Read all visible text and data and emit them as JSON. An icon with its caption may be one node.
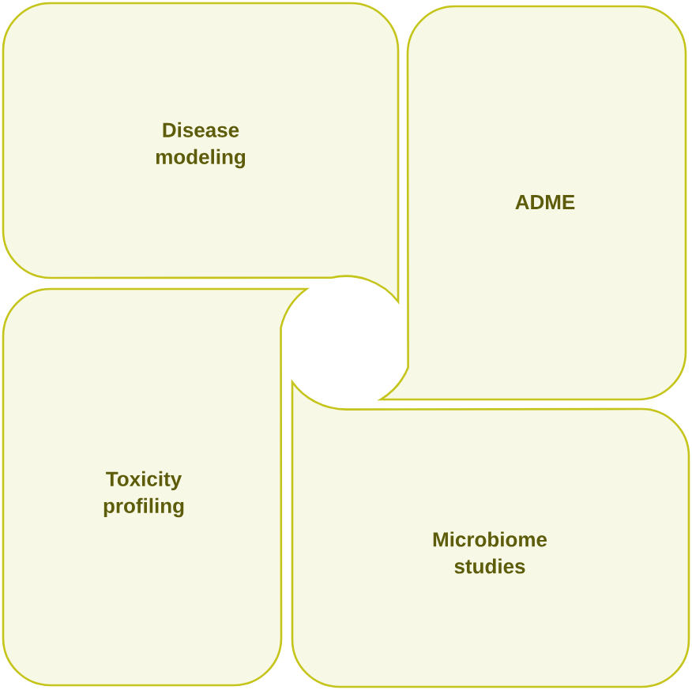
{
  "diagram": {
    "nodes": [
      {
        "text": [
          "Disease modeling"
        ]
      },
      {
        "text": [
          "ADME"
        ]
      },
      {
        "text": [
          "Toxicity profiling"
        ]
      },
      {
        "text": [
          "Microbiome studies"
        ]
      }
    ]
  }
}
